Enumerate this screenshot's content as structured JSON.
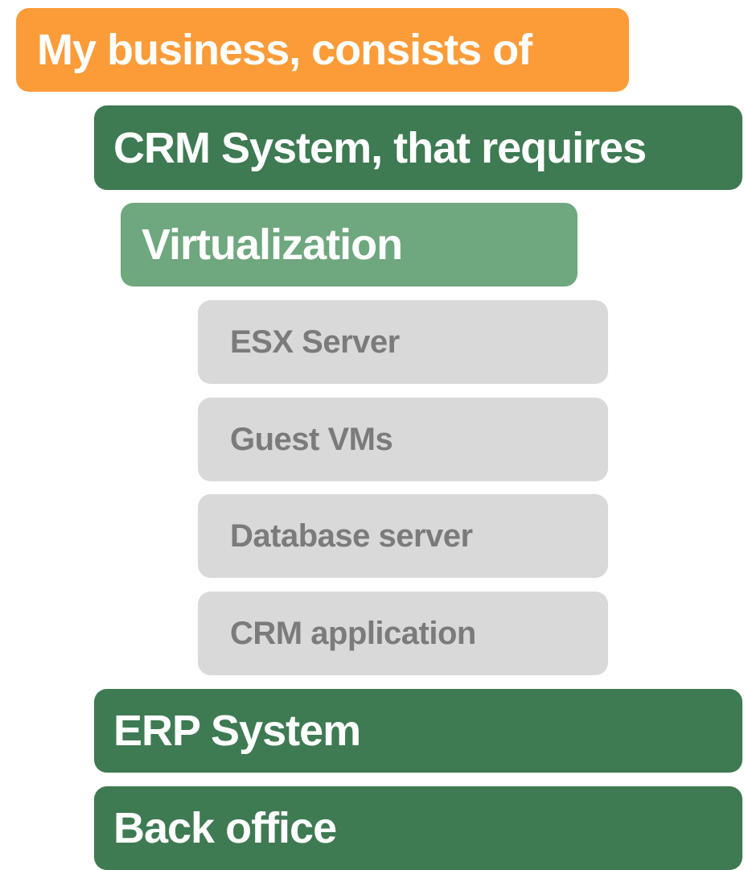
{
  "diagram": {
    "root": {
      "label": "My business, consists of",
      "color": "#fb9c39"
    },
    "systems": [
      {
        "label": "CRM System, that requires",
        "color": "#3e7a52",
        "requirement": {
          "label": "Virtualization",
          "color": "#6fa77e",
          "components": [
            {
              "label": "ESX Server"
            },
            {
              "label": "Guest VMs"
            },
            {
              "label": "Database server"
            },
            {
              "label": "CRM application"
            }
          ],
          "component_color": "#d9d9d9",
          "component_text_color": "#7b7b7b"
        }
      },
      {
        "label": "ERP System",
        "color": "#3e7a52"
      },
      {
        "label": "Back office",
        "color": "#3e7a52"
      }
    ]
  }
}
